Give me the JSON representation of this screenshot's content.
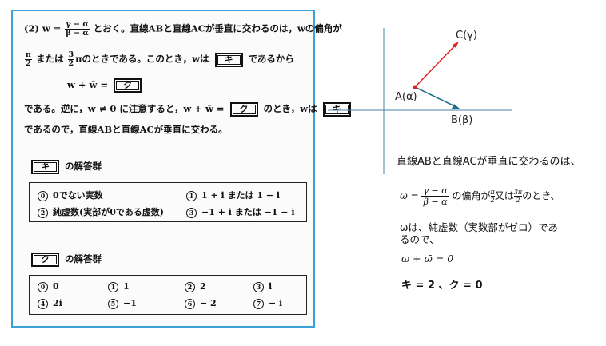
{
  "problem": {
    "line1_pre": "(2)  w =",
    "line1_num": "γ − α",
    "line1_den": "β − α",
    "line1_post": "とおく。直線ABと直線ACが垂直に交わるのは，wの偏角が",
    "line2_frac1_num": "π",
    "line2_frac1_den": "2",
    "line2_mid": "または",
    "line2_frac2_num": "3",
    "line2_frac2_den": "2",
    "line2_post": "πのときである。このとき，wは",
    "box_ki": "キ",
    "line2_end": "であるから",
    "line3_expr": "w + w̄ =",
    "box_ku": "ク",
    "line4_pre": "である。逆に，w ≠ 0 に注意すると，w + w̄ =",
    "line4_mid": "のとき，wは",
    "line5": "であるので，直線ABと直線ACが垂直に交わる。"
  },
  "ki_group": {
    "label_box": "キ",
    "label_text": "の解答群",
    "options": [
      {
        "num": "0",
        "text": "0でない実数"
      },
      {
        "num": "1",
        "text": "1 + i  または  1 − i"
      },
      {
        "num": "2",
        "text": "純虚数(実部が0である虚数)"
      },
      {
        "num": "3",
        "text": "−1 + i  または  −1 − i"
      }
    ]
  },
  "ku_group": {
    "label_box": "ク",
    "label_text": "の解答群",
    "options": [
      {
        "num": "0",
        "text": "0"
      },
      {
        "num": "1",
        "text": "1"
      },
      {
        "num": "2",
        "text": "2"
      },
      {
        "num": "3",
        "text": "i"
      },
      {
        "num": "4",
        "text": "2i"
      },
      {
        "num": "5",
        "text": "−1"
      },
      {
        "num": "6",
        "text": "− 2"
      },
      {
        "num": "7",
        "text": "− i"
      }
    ]
  },
  "diagram": {
    "label_a": "A(α)",
    "label_b": "B(β)",
    "label_c": "C(γ)",
    "color_ac": "#e02020",
    "color_ab": "#1f6f8b",
    "color_axis": "#4a86a8"
  },
  "solution": {
    "line1": "直線ABと直線ACが垂直に交わるのは、",
    "omega_eq": "ω =",
    "frac_num": "γ − α",
    "frac_den": "β − α",
    "mid1": "の偏角が",
    "sf1_num": "π",
    "sf1_den": "2",
    "mid2": "又は",
    "sf2_num": "3π",
    "sf2_den": "2",
    "mid3": "のとき、",
    "line3a": "ωは、純虚数（実数部がゼロ）であ",
    "line3b": "るので、",
    "equation": "ω + ω̄ = 0",
    "answer": "キ = 2 、ク = 0"
  }
}
